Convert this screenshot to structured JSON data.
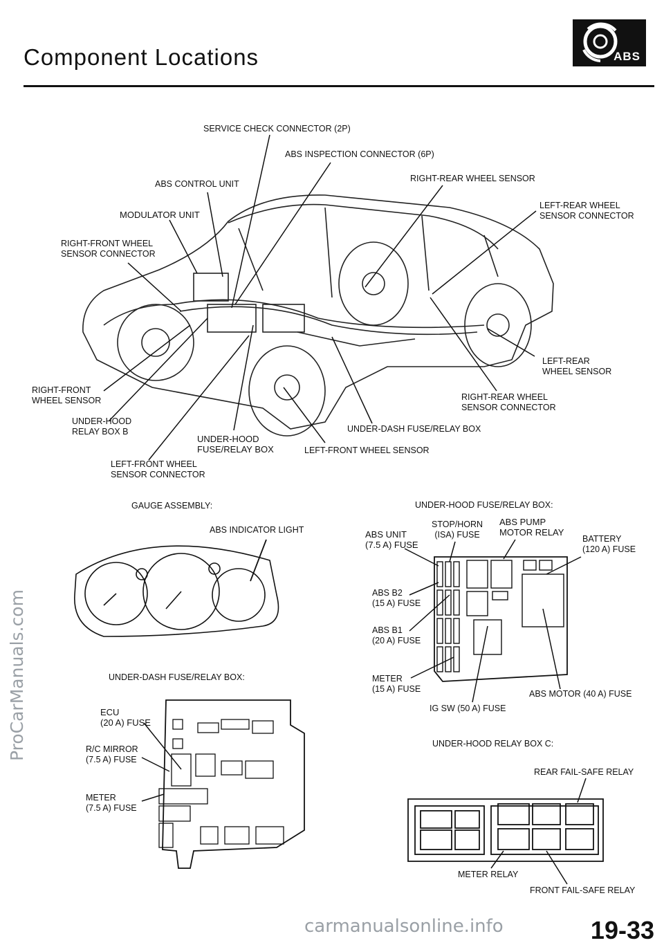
{
  "header": {
    "title": "Component Locations",
    "badge": "ABS"
  },
  "car_labels": {
    "service_check": "SERVICE CHECK CONNECTOR (2P)",
    "abs_inspection": "ABS INSPECTION CONNECTOR (6P)",
    "abs_control_unit": "ABS CONTROL UNIT",
    "right_rear_sensor": "RIGHT-REAR WHEEL SENSOR",
    "modulator_unit": "MODULATOR UNIT",
    "left_rear_connector": "LEFT-REAR WHEEL\nSENSOR CONNECTOR",
    "right_front_connector": "RIGHT-FRONT WHEEL\nSENSOR CONNECTOR",
    "left_rear_sensor": "LEFT-REAR\nWHEEL SENSOR",
    "right_front_sensor": "RIGHT-FRONT\nWHEEL SENSOR",
    "right_rear_connector": "RIGHT-REAR WHEEL\nSENSOR CONNECTOR",
    "under_hood_relay_b": "UNDER-HOOD\nRELAY BOX B",
    "under_hood_fuse_box": "UNDER-HOOD\nFUSE/RELAY BOX",
    "under_dash_fuse_box": "UNDER-DASH FUSE/RELAY BOX",
    "left_front_sensor": "LEFT-FRONT WHEEL SENSOR",
    "left_front_connector": "LEFT-FRONT WHEEL\nSENSOR CONNECTOR"
  },
  "gauge": {
    "heading": "GAUGE ASSEMBLY:",
    "abs_light": "ABS INDICATOR LIGHT"
  },
  "under_hood_box": {
    "heading": "UNDER-HOOD FUSE/RELAY BOX:",
    "stop_horn": "STOP/HORN\n(ISA) FUSE",
    "abs_pump": "ABS PUMP\nMOTOR RELAY",
    "abs_unit": "ABS UNIT\n(7.5 A) FUSE",
    "battery": "BATTERY\n(120 A) FUSE",
    "abs_b2": "ABS B2\n(15 A) FUSE",
    "abs_b1": "ABS B1\n(20 A) FUSE",
    "meter": "METER\n(15 A) FUSE",
    "abs_motor": "ABS MOTOR (40 A) FUSE",
    "ig_sw": "IG SW (50 A) FUSE"
  },
  "under_dash_box": {
    "heading": "UNDER-DASH FUSE/RELAY BOX:",
    "ecu": "ECU\n(20 A) FUSE",
    "rc_mirror": "R/C MIRROR\n(7.5 A) FUSE",
    "meter": "METER\n(7.5 A) FUSE"
  },
  "relay_box_c": {
    "heading": "UNDER-HOOD RELAY BOX C:",
    "rear_failsafe": "REAR FAIL-SAFE RELAY",
    "meter_relay": "METER RELAY",
    "front_failsafe": "FRONT FAIL-SAFE RELAY"
  },
  "footer": {
    "watermark": "ProCarManuals.com",
    "url": "carmanualsonline.info",
    "page_number": "19-33"
  }
}
